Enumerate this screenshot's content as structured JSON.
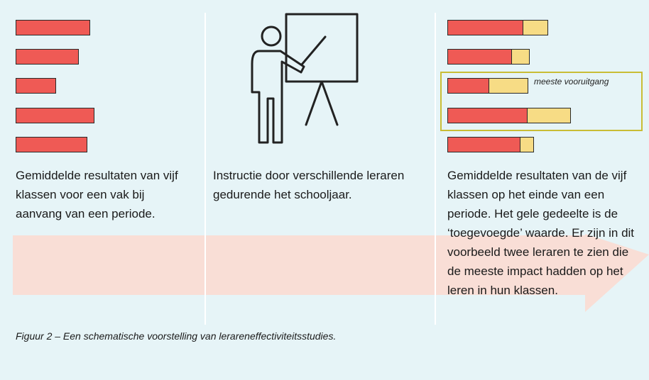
{
  "columns": [
    {
      "text": "Gemiddelde resultaten van vijf klassen voor een vak bij aanvang van een periode."
    },
    {
      "text": "Instructie door verschillende leraren gedurende het schooljaar."
    },
    {
      "text": "Gemiddelde resultaten van de vijf klassen op het einde van een periode. Het gele gedeelte is de ‘toegevoegde’ waarde. Er zijn in dit voorbeeld twee leraren te zien die de meeste impact hadden op het leren in hun klassen."
    }
  ],
  "start_bars": [
    0.86,
    0.73,
    0.47,
    0.91,
    0.83
  ],
  "end_bars": [
    {
      "red": 0.86,
      "yellow": 0.3
    },
    {
      "red": 0.73,
      "yellow": 0.22
    },
    {
      "red": 0.47,
      "yellow": 0.47
    },
    {
      "red": 0.91,
      "yellow": 0.52
    },
    {
      "red": 0.83,
      "yellow": 0.17
    }
  ],
  "highlight": {
    "label": "meeste vooruitgang",
    "rows": [
      2,
      3
    ]
  },
  "caption": "Figuur 2 – Een schematische voorstelling van lerareneffectiviteitsstudies.",
  "colors": {
    "background": "#e6f4f7",
    "red": "#ef5a55",
    "yellow": "#f7dc85",
    "highlight_border": "#c9bd35",
    "arrow": "#fbdcd2"
  },
  "icons": {
    "teacher": "teacher-at-board-icon"
  }
}
